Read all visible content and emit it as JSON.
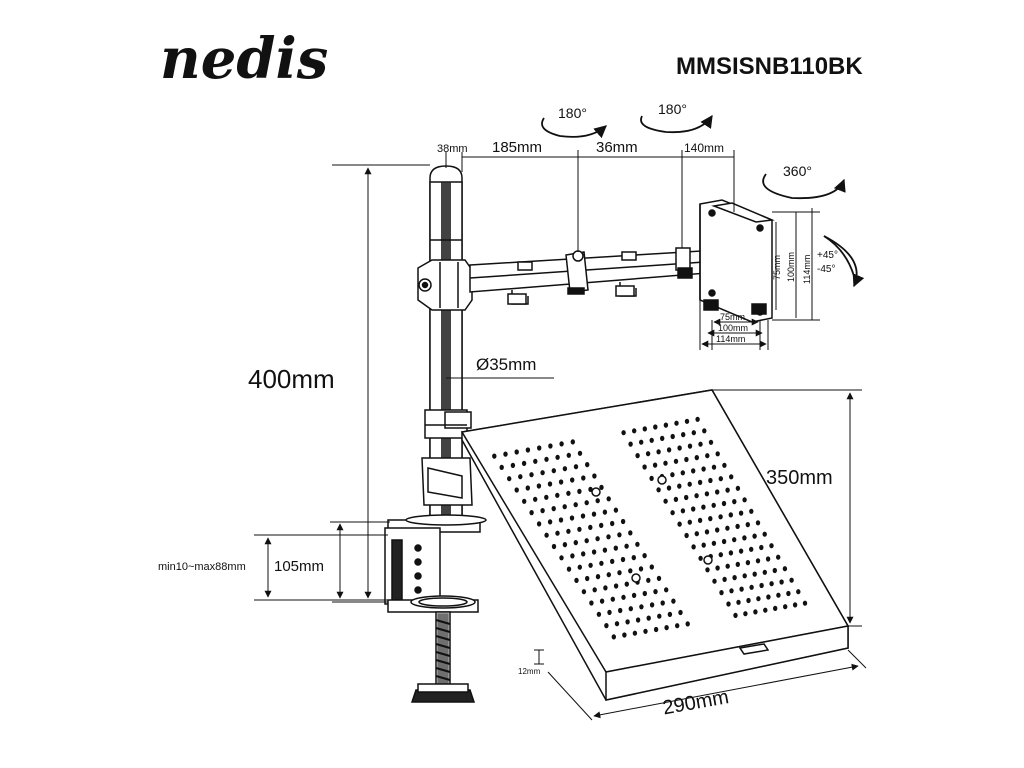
{
  "header": {
    "brand": "nedis",
    "model": "MMSISNB110BK"
  },
  "rotation": {
    "arm1": "180°",
    "arm2": "180°",
    "head": "360°",
    "tilt_up": "+45°",
    "tilt_down": "-45°"
  },
  "dimensions": {
    "arm_gap": "38mm",
    "arm_seg1": "185mm",
    "arm_seg2": "36mm",
    "arm_seg3": "140mm",
    "pole_height": "400mm",
    "pole_diameter": "Ø35mm",
    "clamp_range": "min10~max88mm",
    "clamp_height": "105mm",
    "vesa_h_75": "75mm",
    "vesa_h_100": "100mm",
    "vesa_h_114": "114mm",
    "vesa_v_75": "75mm",
    "vesa_v_100": "100mm",
    "vesa_v_114": "114mm",
    "tray_height": "350mm",
    "tray_width": "290mm",
    "tray_lip": "12mm"
  }
}
